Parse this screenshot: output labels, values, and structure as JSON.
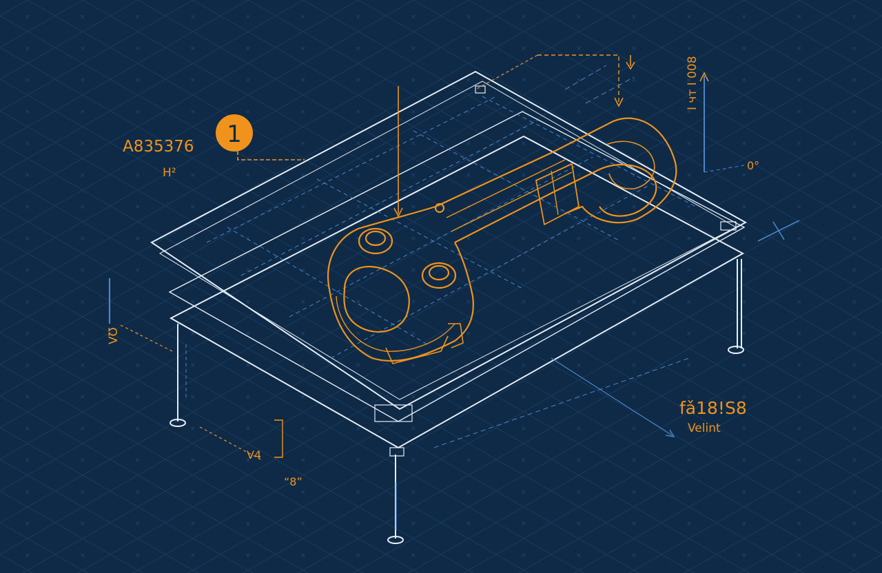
{
  "colors": {
    "background": "#0e2a47",
    "grid": "#1c3c5e",
    "line_white": "#e6edf5",
    "line_blue": "#4d86c7",
    "accent_orange": "#f0931c",
    "callout_text": "#0e2a47"
  },
  "callout": {
    "number": "1"
  },
  "labels": {
    "part_code": "A835376",
    "part_sub": "H²",
    "right_top_vertical": "I чт I 008",
    "right_angle": "0°",
    "left_vertical": "VƱ",
    "dim_v4": "V4",
    "dim_8": "“8”",
    "bottom_right_code": "fǎ18!S8",
    "bottom_right_sub": "Velint"
  },
  "icons": {
    "callout_marker": "numbered-circle-icon",
    "wrench_part": "wrench-part-icon"
  }
}
